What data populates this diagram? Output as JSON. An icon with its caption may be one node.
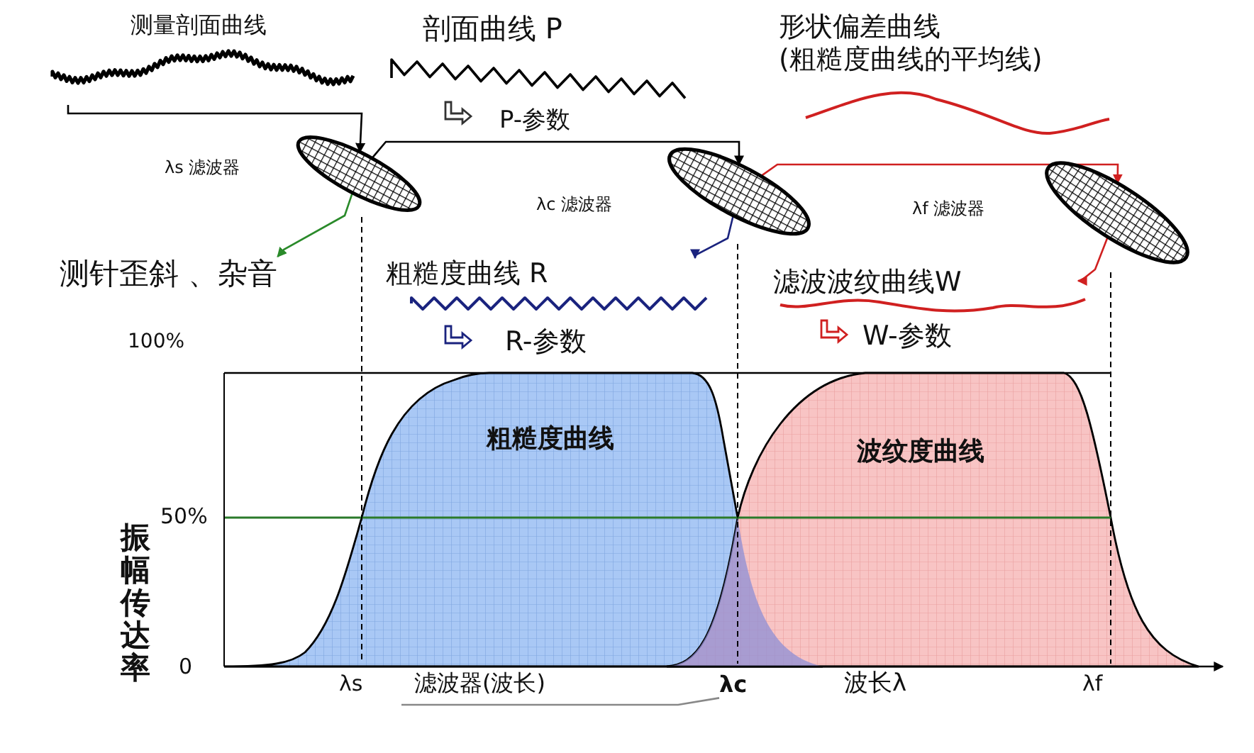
{
  "diagram": {
    "nodes": [
      {
        "text": [
          "测量剖面曲线"
        ]
      },
      {
        "text": [],
        "shape": "ellipse",
        "beside": [
          "λs 滤波器"
        ]
      },
      {
        "text": [
          "剖面曲线 P"
        ],
        "beside": [
          "P-参数"
        ]
      },
      {
        "text": [],
        "shape": "ellipse",
        "beside": [
          "λc 滤波器"
        ]
      },
      {
        "text": [
          "形状偏差曲线 (粗糙度曲线的平均线)"
        ]
      },
      {
        "text": [],
        "shape": "ellipse",
        "beside": [
          "λf 滤波器"
        ]
      },
      {
        "text": [
          "测针歪斜 、杂音"
        ]
      },
      {
        "text": [
          "粗糙度曲线 R"
        ],
        "beside": [
          "R-参数"
        ]
      },
      {
        "text": [
          "滤波波纹曲线W"
        ],
        "beside": [
          "W-参数"
        ]
      },
      {
        "text": [
          "滤波器(波长)"
        ]
      },
      {
        "text": [
          "λc"
        ]
      }
    ],
    "edges": [
      {
        "from": 0,
        "to": 1,
        "arrow": "to"
      },
      {
        "from": 1,
        "to": 3,
        "arrow": "to"
      },
      {
        "from": 3,
        "to": 5,
        "arrow": "to",
        "color": "#d02020"
      },
      {
        "from": 1,
        "to": 6,
        "arrow": "to",
        "color": "#2a8a2a"
      },
      {
        "from": 3,
        "to": 7,
        "arrow": "to",
        "color": "#1a237e"
      },
      {
        "from": 5,
        "to": 8,
        "arrow": "to",
        "color": "#d02020"
      },
      {
        "from": 9,
        "to": 10,
        "arrow": "none",
        "color": "#888888"
      }
    ],
    "labels": [
      "100%",
      "50%",
      "0",
      "振幅传达率",
      "粗糙度曲线",
      "波纹度曲线",
      "λs",
      "波长λ",
      "λf"
    ]
  }
}
